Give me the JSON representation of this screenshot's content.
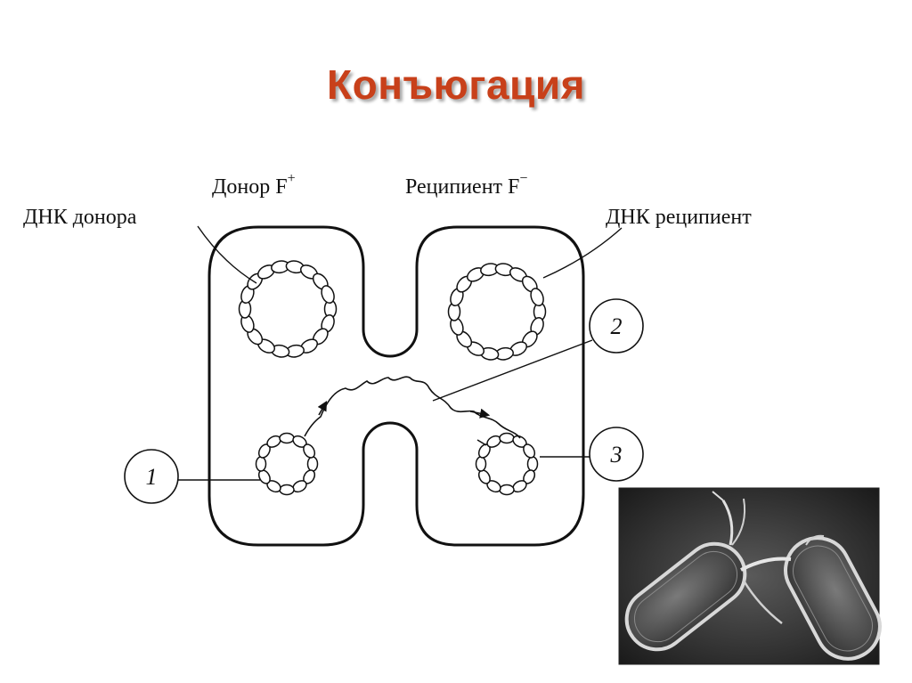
{
  "slide": {
    "title": "Конъюгация"
  },
  "diagram": {
    "donor_label": "Донор F",
    "donor_sup": "+",
    "recipient_label": "Реципиент F",
    "recipient_sup": "−",
    "donor_dna_label": "ДНК донора",
    "recipient_dna_label": "ДНК реципиент",
    "callouts": [
      "1",
      "2",
      "3"
    ]
  },
  "photo": {
    "description_icon": "bacteria-conjugation-photo"
  }
}
